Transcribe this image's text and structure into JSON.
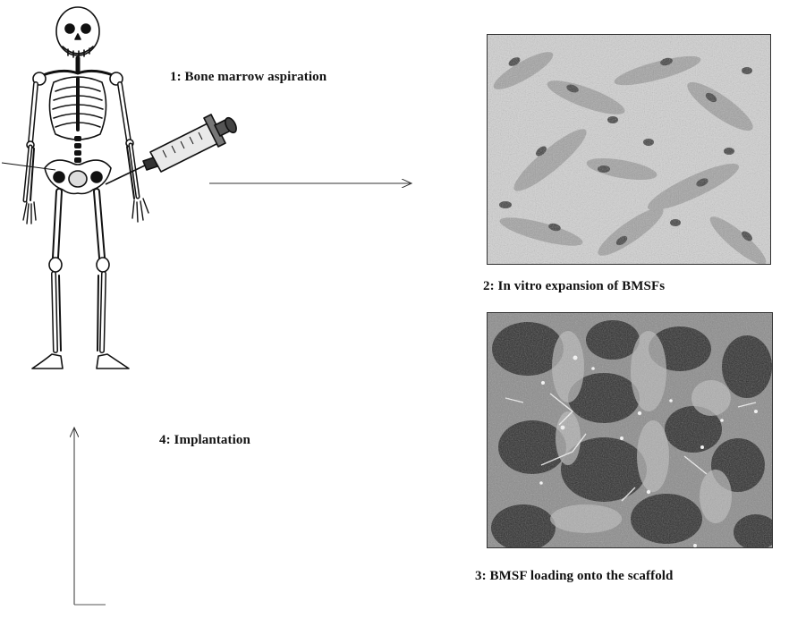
{
  "steps": {
    "step1": "1: Bone marrow aspiration",
    "step2": "2: In vitro expansion of BMSFs",
    "step3": "3: BMSF loading onto the scaffold",
    "step4": "4: Implantation"
  }
}
